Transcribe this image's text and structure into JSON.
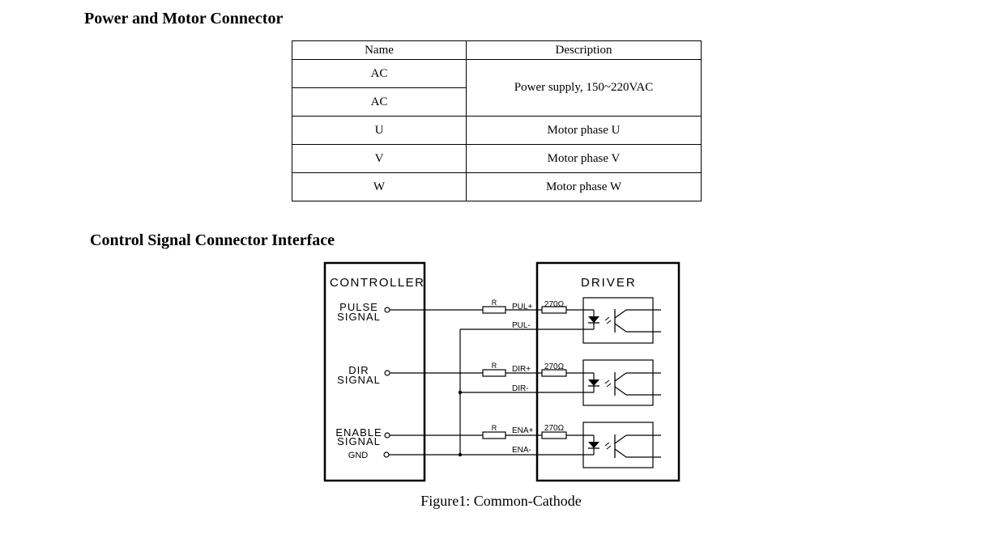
{
  "heading_power": "Power and Motor Connector",
  "power_table": {
    "headers": {
      "name": "Name",
      "description": "Description"
    },
    "rows": [
      {
        "name": "AC",
        "description": "Power supply, 150~220VAC"
      },
      {
        "name": "AC",
        "description": ""
      },
      {
        "name": "U",
        "description": "Motor phase U"
      },
      {
        "name": "V",
        "description": "Motor phase V"
      },
      {
        "name": "W",
        "description": "Motor phase W"
      }
    ]
  },
  "heading_control": "Control Signal Connector Interface",
  "diagram": {
    "controller_label": "CONTROLLER",
    "driver_label": "DRIVER",
    "signals": [
      {
        "line1": "PULSE",
        "line2": "SIGNAL",
        "plus": "PUL+",
        "minus": "PUL-"
      },
      {
        "line1": "DIR",
        "line2": "SIGNAL",
        "plus": "DIR+",
        "minus": "DIR-"
      },
      {
        "line1": "ENABLE",
        "line2": "SIGNAL",
        "plus": "ENA+",
        "minus": "ENA-"
      }
    ],
    "gnd_label": "GND",
    "resistor_label": "R",
    "internal_resistor": "270Ω"
  },
  "caption": "Figure1: Common-Cathode"
}
